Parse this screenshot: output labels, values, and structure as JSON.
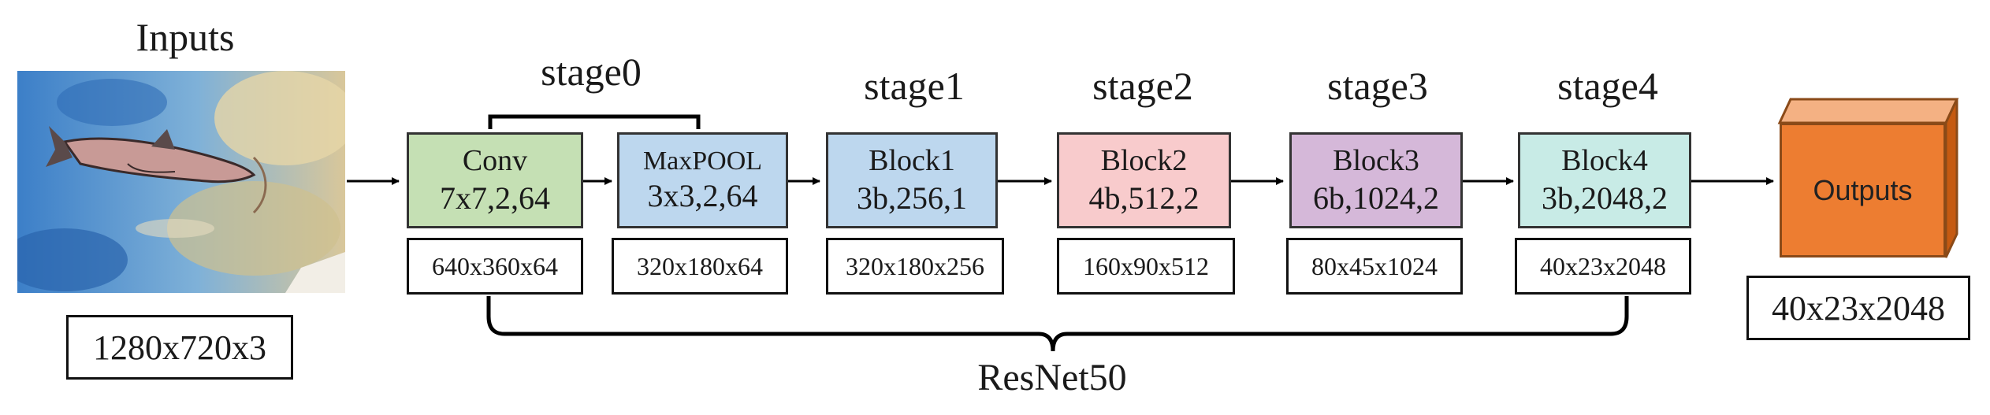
{
  "title": "Inputs",
  "input": {
    "image_alt": "Input image: a dolphin swimming underwater",
    "size": "1280x720x3"
  },
  "stage_labels": [
    "stage0",
    "stage1",
    "stage2",
    "stage3",
    "stage4"
  ],
  "blocks": [
    {
      "name": "Conv",
      "params": "7x7,2,64",
      "fill": "#c5e0b4",
      "out": "640x360x64"
    },
    {
      "name": "MaxPOOL",
      "params": "3x3,2,64",
      "fill": "#bdd7ee",
      "out": "320x180x64"
    },
    {
      "name": "Block1",
      "params": "3b,256,1",
      "fill": "#bdd7ee",
      "out": "320x180x256"
    },
    {
      "name": "Block2",
      "params": "4b,512,2",
      "fill": "#f8cbcc",
      "out": "160x90x512"
    },
    {
      "name": "Block3",
      "params": "6b,1024,2",
      "fill": "#d5b8d9",
      "out": "80x45x1024"
    },
    {
      "name": "Block4",
      "params": "3b,2048,2",
      "fill": "#c8ebe6",
      "out": "40x23x2048"
    }
  ],
  "backbone_label": "ResNet50",
  "outputs": {
    "label": "Outputs",
    "size": "40x23x2048",
    "fill": "#ed7d31",
    "top_fill": "#f4b183",
    "side_fill": "#c55a11"
  }
}
